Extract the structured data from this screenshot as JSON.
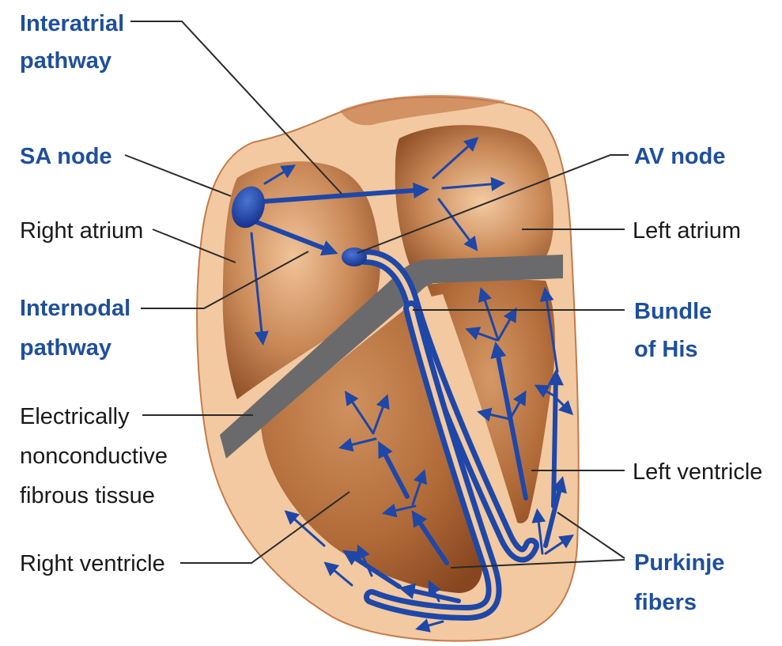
{
  "labels": {
    "interatrial_line1": "Interatrial",
    "interatrial_line2": "pathway",
    "sa_node": "SA node",
    "right_atrium": "Right atrium",
    "internodal_line1": "Internodal",
    "internodal_line2": "pathway",
    "fibrous_line1": "Electrically",
    "fibrous_line2": "nonconductive",
    "fibrous_line3": "fibrous tissue",
    "right_ventricle": "Right ventricle",
    "av_node": "AV node",
    "left_atrium": "Left atrium",
    "bundle_line1": "Bundle",
    "bundle_line2": "of His",
    "left_ventricle": "Left ventricle",
    "purkinje_line1": "Purkinje",
    "purkinje_line2": "fibers"
  },
  "colors": {
    "conduction": "#1e47a8",
    "label_emphasis": "#1f4f9c",
    "label_plain": "#1a1a1a",
    "fibrous_tissue": "#6a6a6c",
    "heart_wall": "#f2c9a0",
    "chamber": "#b56e3e"
  }
}
